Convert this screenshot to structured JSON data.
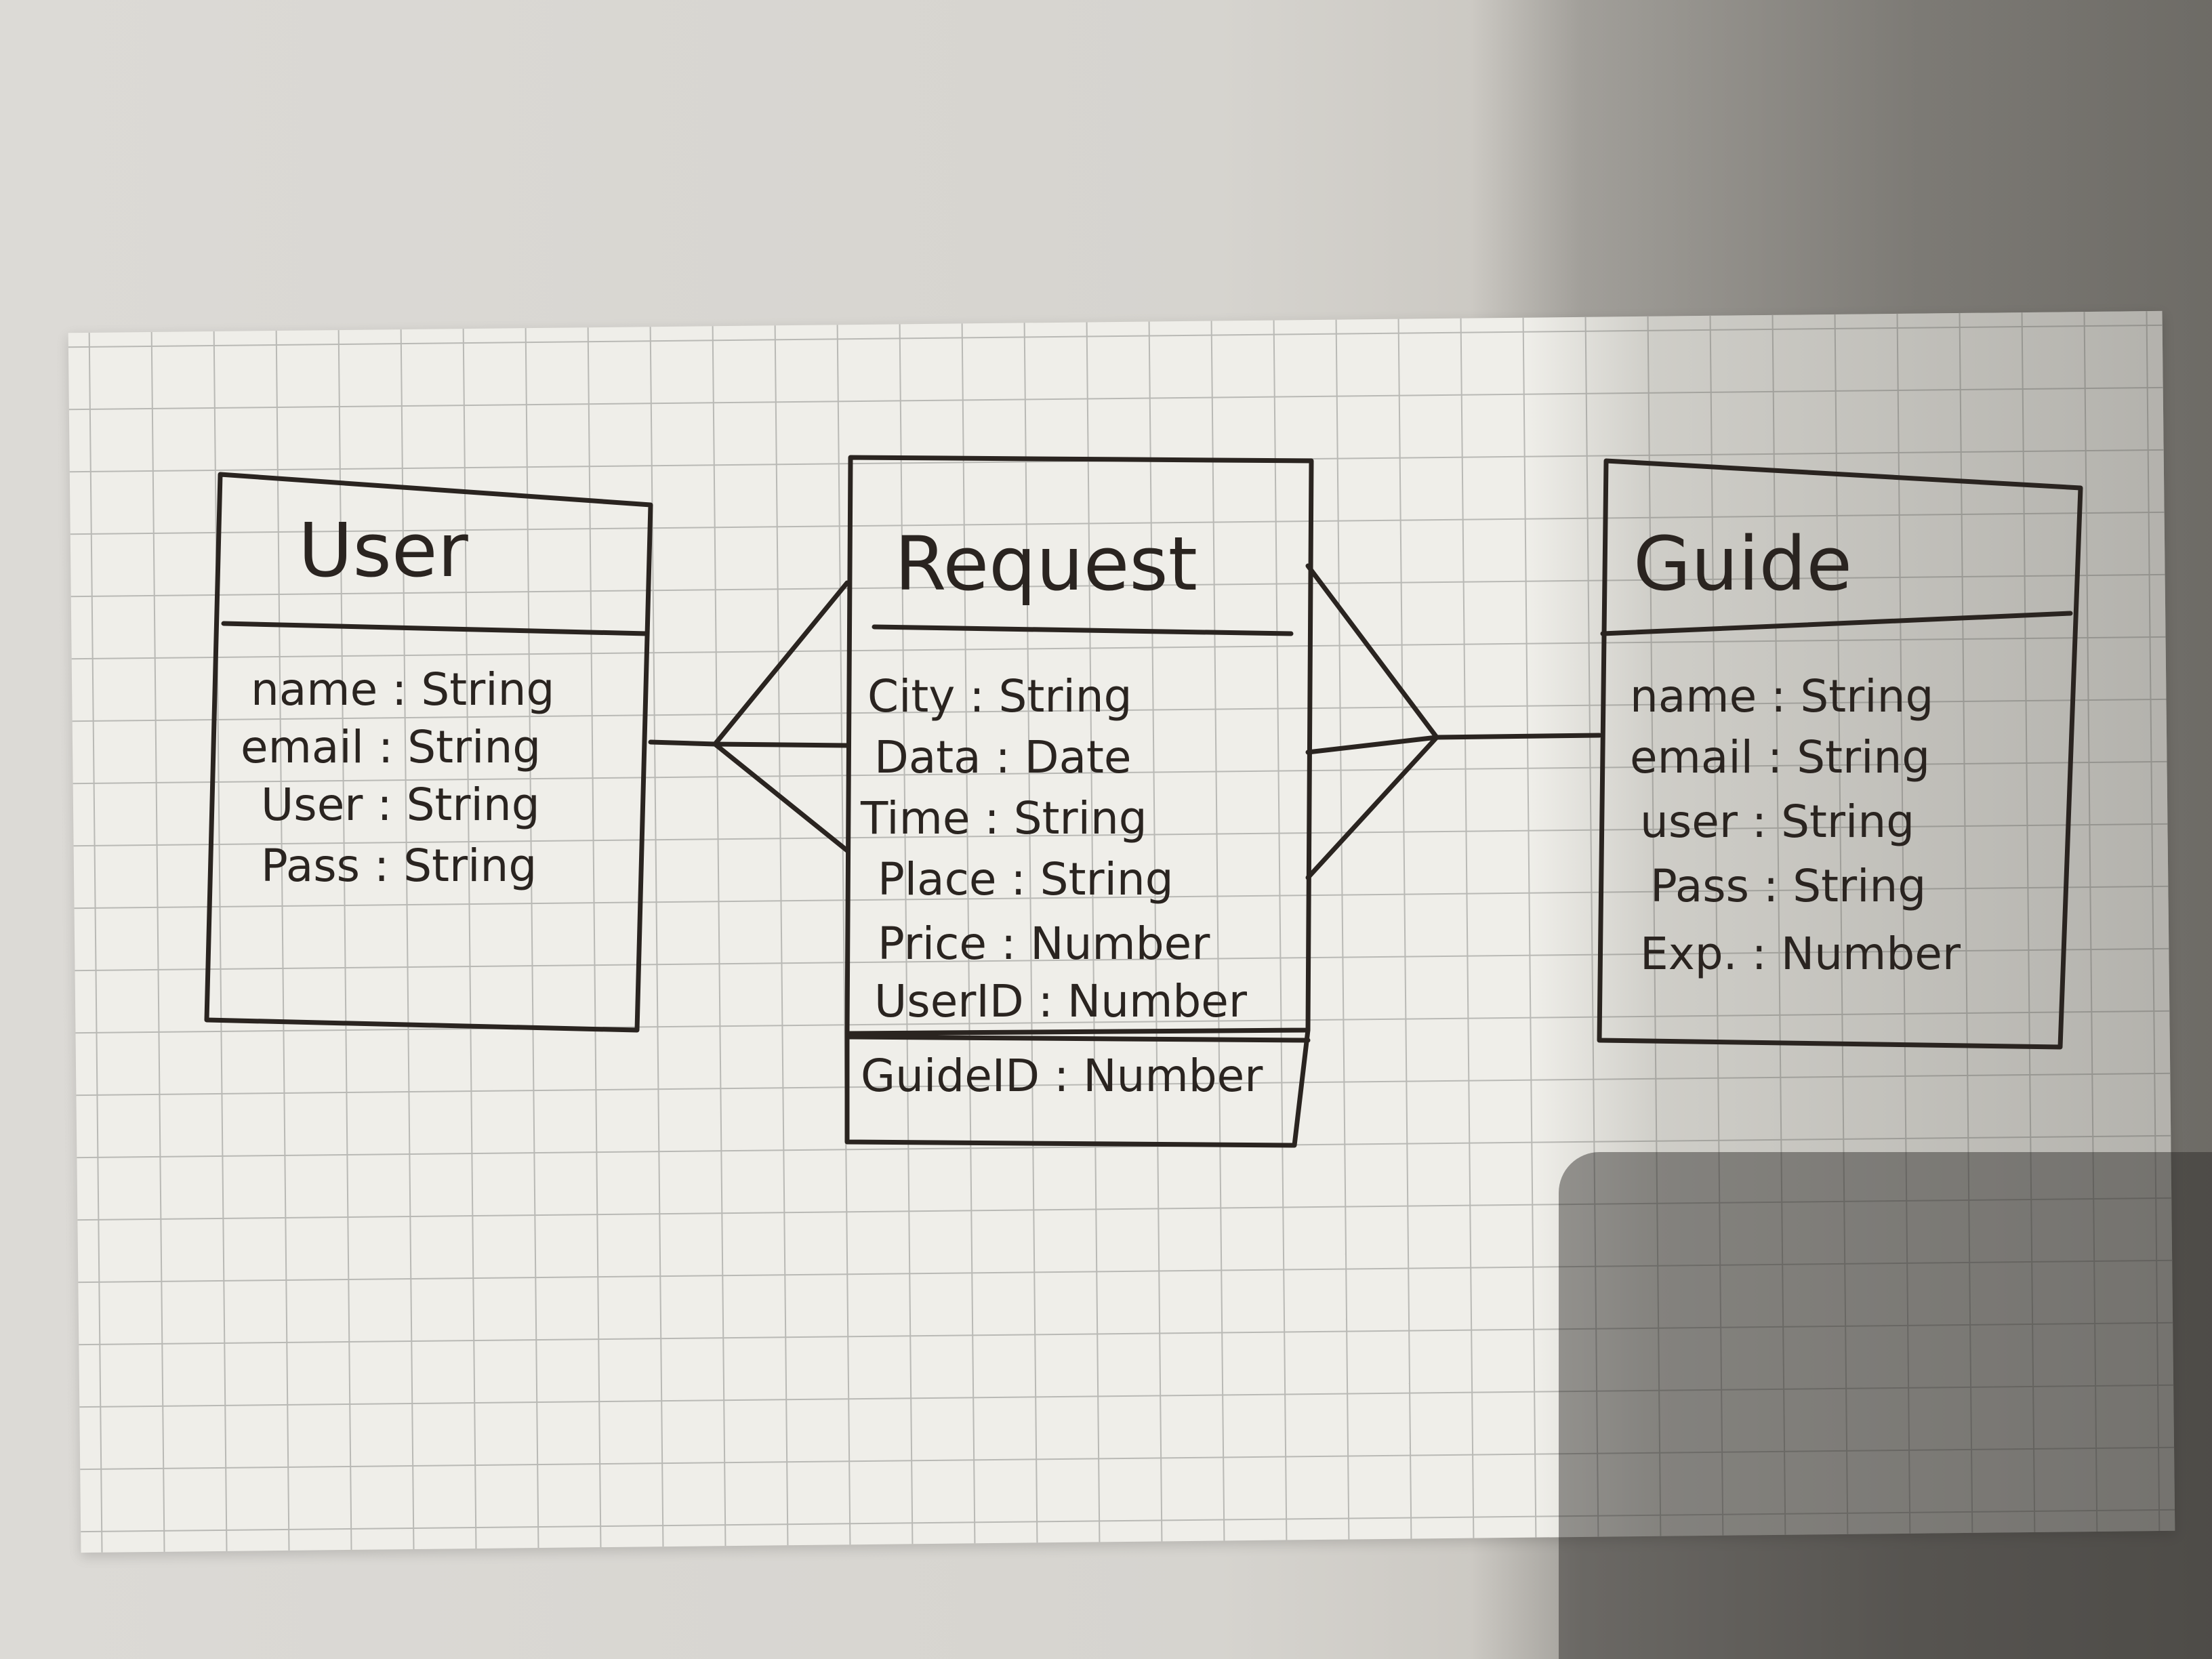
{
  "entities": {
    "user": {
      "title": "User",
      "attributes": [
        "name : String",
        "email : String",
        "User : String",
        "Pass : String"
      ]
    },
    "request": {
      "title": "Request",
      "attributes": [
        "City : String",
        "Data : Date",
        "Time : String",
        "Place : String",
        "Price : Number",
        "UserID : Number"
      ],
      "extra_attributes": [
        "GuideID : Number"
      ]
    },
    "guide": {
      "title": "Guide",
      "attributes": [
        "name : String",
        "email : String",
        "user : String",
        "Pass : String",
        "Exp. : Number"
      ]
    }
  },
  "relationships": [
    {
      "from": "User",
      "to": "Request",
      "cardinality": "one-to-many"
    },
    {
      "from": "Guide",
      "to": "Request",
      "cardinality": "one-to-many"
    }
  ],
  "colors": {
    "ink": "#2a2420",
    "paper": "#efeee9",
    "grid": "#b9b9b5"
  }
}
